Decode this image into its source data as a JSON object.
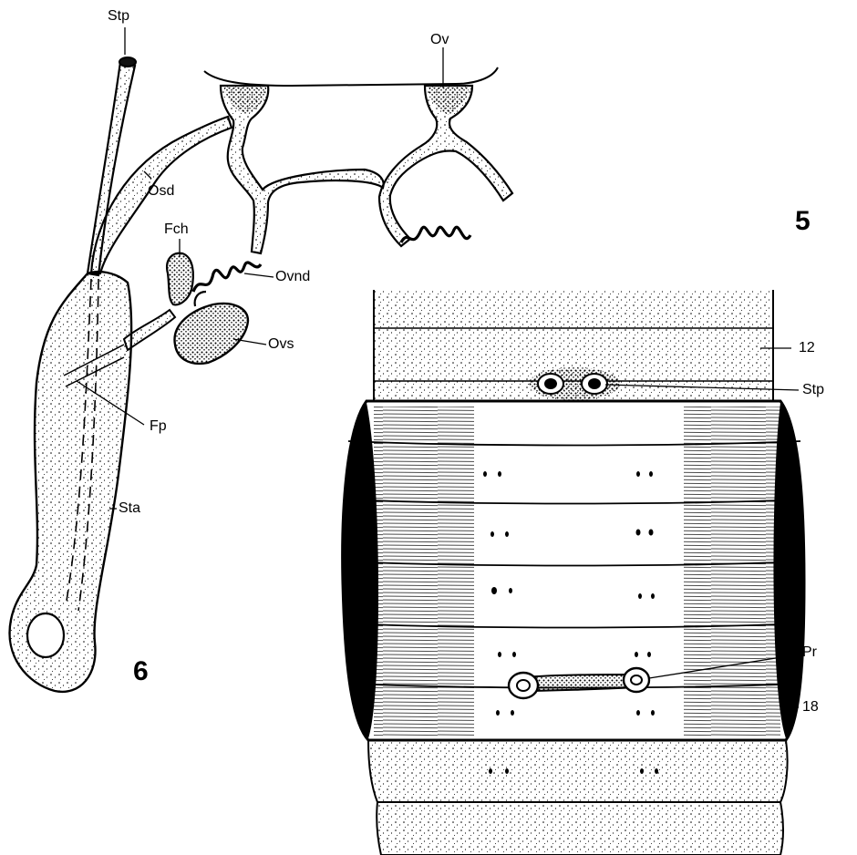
{
  "figure5": {
    "number": "5",
    "labels": {
      "seg12": "12",
      "stp": "Stp",
      "pr": "Pr",
      "seg18": "18"
    }
  },
  "figure6": {
    "number": "6",
    "labels": {
      "stp": "Stp",
      "ov": "Ov",
      "osd": "Osd",
      "fch": "Fch",
      "ovnd": "Ovnd",
      "ovs": "Ovs",
      "fp": "Fp",
      "sta": "Sta"
    }
  }
}
